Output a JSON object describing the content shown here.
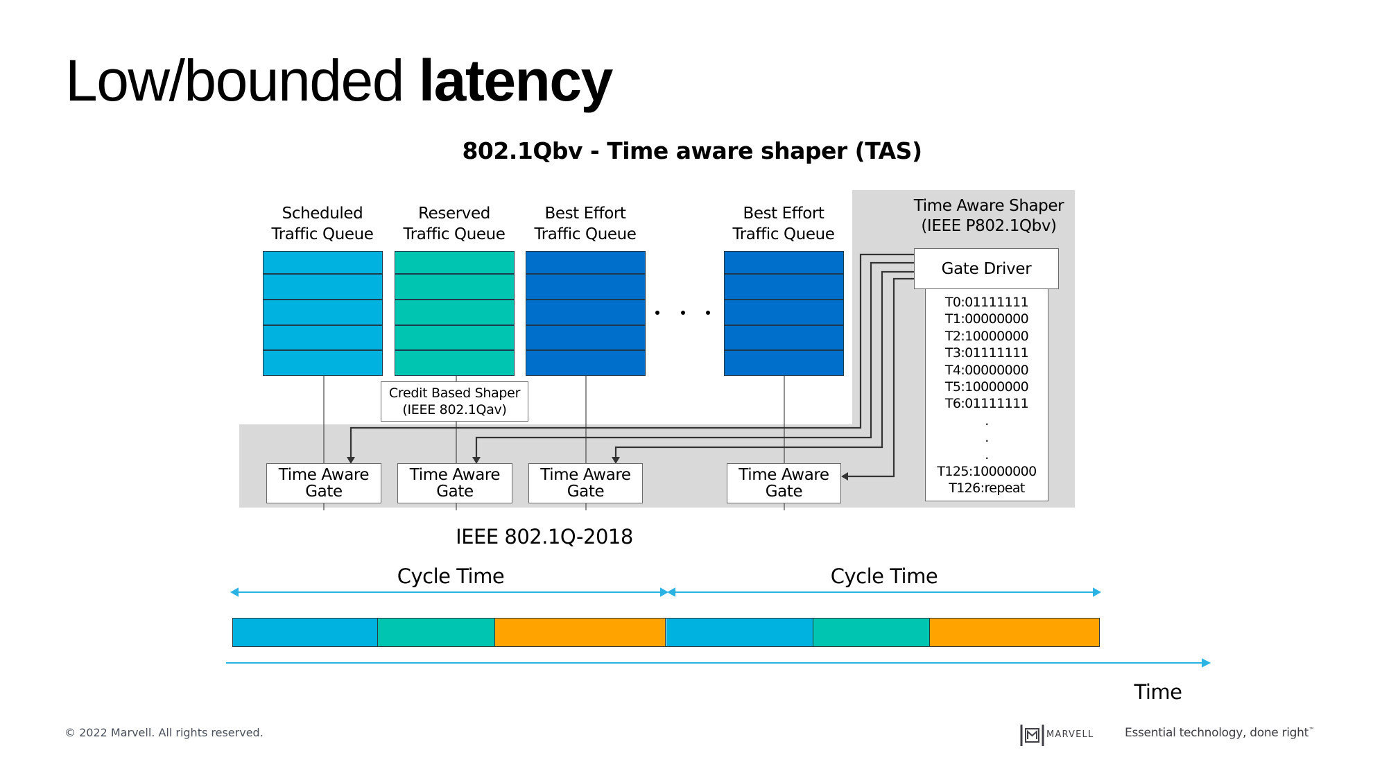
{
  "slide": {
    "title_regular": "Low/bounded ",
    "title_bold": "latency",
    "subtitle": "802.1Qbv - Time aware shaper (TAS)"
  },
  "colors": {
    "scheduled": "#00b2e0",
    "reserved": "#00c5b0",
    "best_effort": "#006fcc",
    "other": "#ffa300",
    "arrow": "#2ab3e2",
    "shaded_region": "#d9d9d9"
  },
  "queues": [
    {
      "line1": "Scheduled",
      "line2": "Traffic Queue",
      "color_key": "scheduled"
    },
    {
      "line1": "Reserved",
      "line2": "Traffic Queue",
      "color_key": "reserved"
    },
    {
      "line1": "Best Effort",
      "line2": "Traffic Queue",
      "color_key": "best_effort"
    },
    {
      "line1": "Best Effort",
      "line2": "Traffic Queue",
      "color_key": "best_effort"
    }
  ],
  "ellipsis": "· · ·",
  "credit_based_shaper": {
    "line1": "Credit Based Shaper",
    "line2": "(IEEE 802.1Qav)"
  },
  "gates": [
    {
      "line1": "Time Aware",
      "line2": "Gate"
    },
    {
      "line1": "Time Aware",
      "line2": "Gate"
    },
    {
      "line1": "Time Aware",
      "line2": "Gate"
    },
    {
      "line1": "Time Aware",
      "line2": "Gate"
    }
  ],
  "time_aware_shaper": {
    "line1": "Time Aware Shaper",
    "line2": "(IEEE P802.1Qbv)",
    "gate_driver": "Gate Driver",
    "schedule": [
      "T0:01111111",
      "T1:00000000",
      "T2:10000000",
      "T3:01111111",
      "T4:00000000",
      "T5:10000000",
      "T6:01111111",
      ".",
      ".",
      ".",
      "T125:10000000",
      "T126:repeat"
    ]
  },
  "standard_label": "IEEE 802.1Q-2018",
  "timeline": {
    "cycle_label": "Cycle Time",
    "cycles": [
      {
        "label": "Cycle Time",
        "segments": [
          {
            "color_key": "scheduled",
            "fraction": 0.335
          },
          {
            "color_key": "reserved",
            "fraction": 0.27
          },
          {
            "color_key": "other",
            "fraction": 0.395
          }
        ]
      },
      {
        "label": "Cycle Time",
        "segments": [
          {
            "color_key": "scheduled",
            "fraction": 0.34
          },
          {
            "color_key": "reserved",
            "fraction": 0.27
          },
          {
            "color_key": "other",
            "fraction": 0.39
          }
        ]
      }
    ],
    "axis_label": "Time"
  },
  "footer": {
    "copyright": "© 2022 Marvell. All rights reserved.",
    "brand": "MARVELL",
    "tagline": "Essential technology, done right",
    "tagline_mark": "™"
  }
}
